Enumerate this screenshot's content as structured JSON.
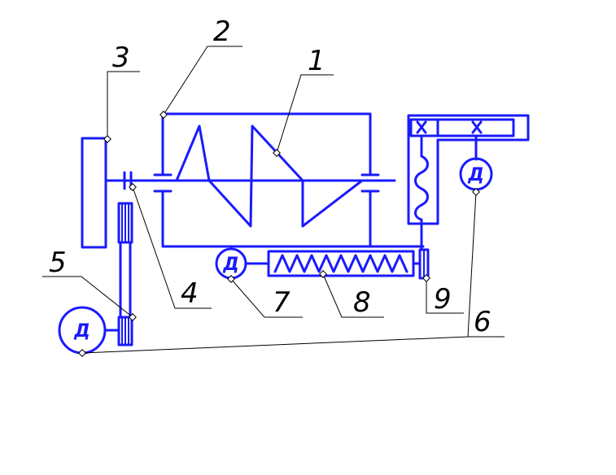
{
  "labels": {
    "l1": "1",
    "l2": "2",
    "l3": "3",
    "l4": "4",
    "l5": "5",
    "l6": "6",
    "l7": "7",
    "l8": "8",
    "l9": "9"
  },
  "motors": {
    "m1": "Д",
    "m2": "Д",
    "m3": "Д"
  },
  "colors": {
    "line": "#1a1aff",
    "leader": "#000000"
  }
}
